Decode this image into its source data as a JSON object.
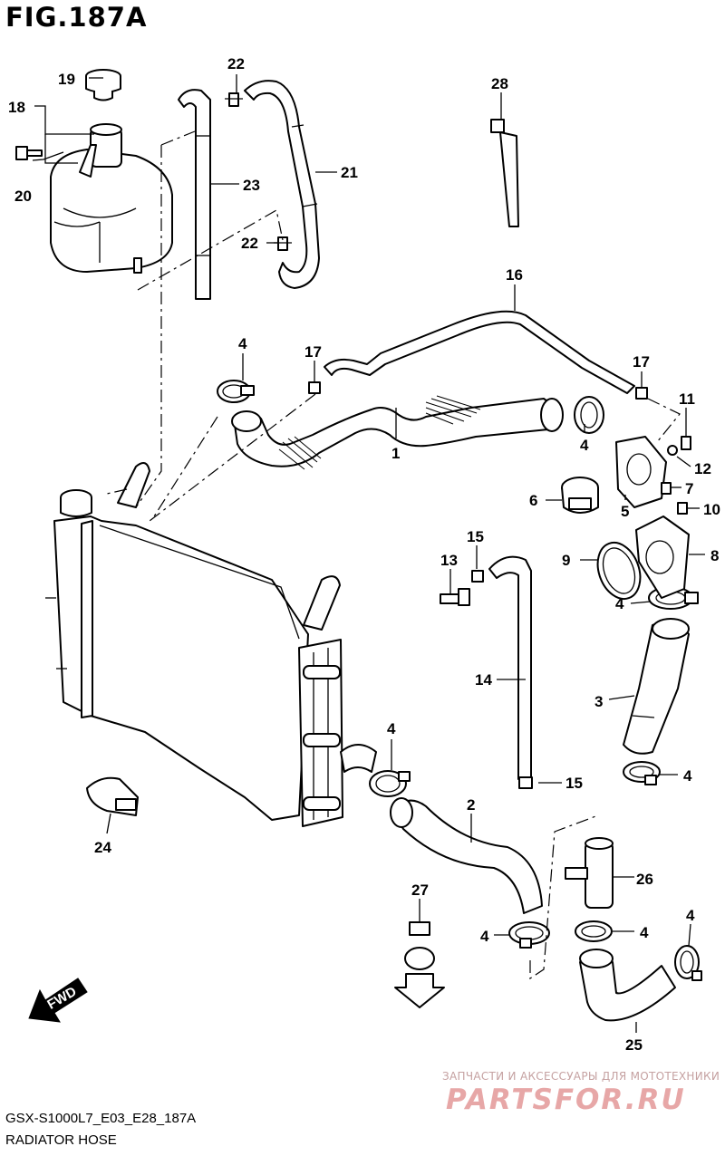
{
  "title": "FIG.187A",
  "footer": {
    "model_code": "GSX-S1000L7_E03_E28_187A",
    "section_name": "RADIATOR HOSE"
  },
  "watermark": {
    "tagline": "ЗАПЧАСТИ И АКСЕССУАРЫ ДЛЯ МОТОТЕХНИКИ",
    "logo": "PARTSFOR.RU"
  },
  "fwd_arrow": {
    "label": "FWD"
  },
  "callouts": {
    "c1": "1",
    "c2": "2",
    "c3": "3",
    "c4a": "4",
    "c4b": "4",
    "c4c": "4",
    "c4d": "4",
    "c4e": "4",
    "c4f": "4",
    "c4g": "4",
    "c4h": "4",
    "c5": "5",
    "c6": "6",
    "c7": "7",
    "c8": "8",
    "c9": "9",
    "c10": "10",
    "c11": "11",
    "c12": "12",
    "c13": "13",
    "c14": "14",
    "c15a": "15",
    "c15b": "15",
    "c16": "16",
    "c17a": "17",
    "c17b": "17",
    "c18": "18",
    "c19": "19",
    "c20": "20",
    "c21": "21",
    "c22a": "22",
    "c22b": "22",
    "c23": "23",
    "c24": "24",
    "c25": "25",
    "c26": "26",
    "c27": "27",
    "c28": "28"
  }
}
